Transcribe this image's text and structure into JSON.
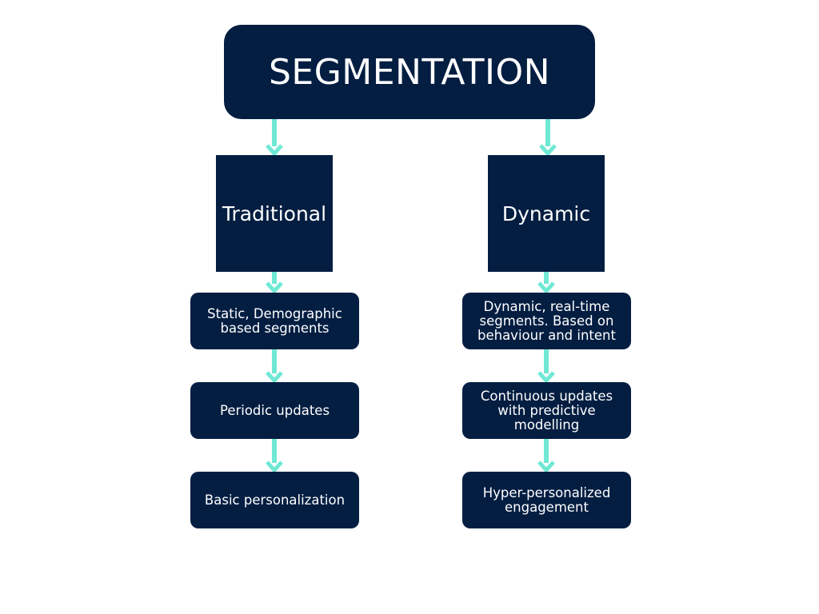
{
  "title": "SEGMENTATION",
  "colors": {
    "box_fill": "#041e42",
    "box_text": "#ffffff",
    "arrow": "#6fe8d4"
  },
  "branches": {
    "left": {
      "label": "Traditional",
      "items": [
        "Static, Demographic based segments",
        "Periodic updates",
        "Basic personalization"
      ]
    },
    "right": {
      "label": "Dynamic",
      "items": [
        "Dynamic, real-time segments. Based on behaviour and intent",
        "Continuous updates with predictive modelling",
        "Hyper-personalized engagement"
      ]
    }
  }
}
